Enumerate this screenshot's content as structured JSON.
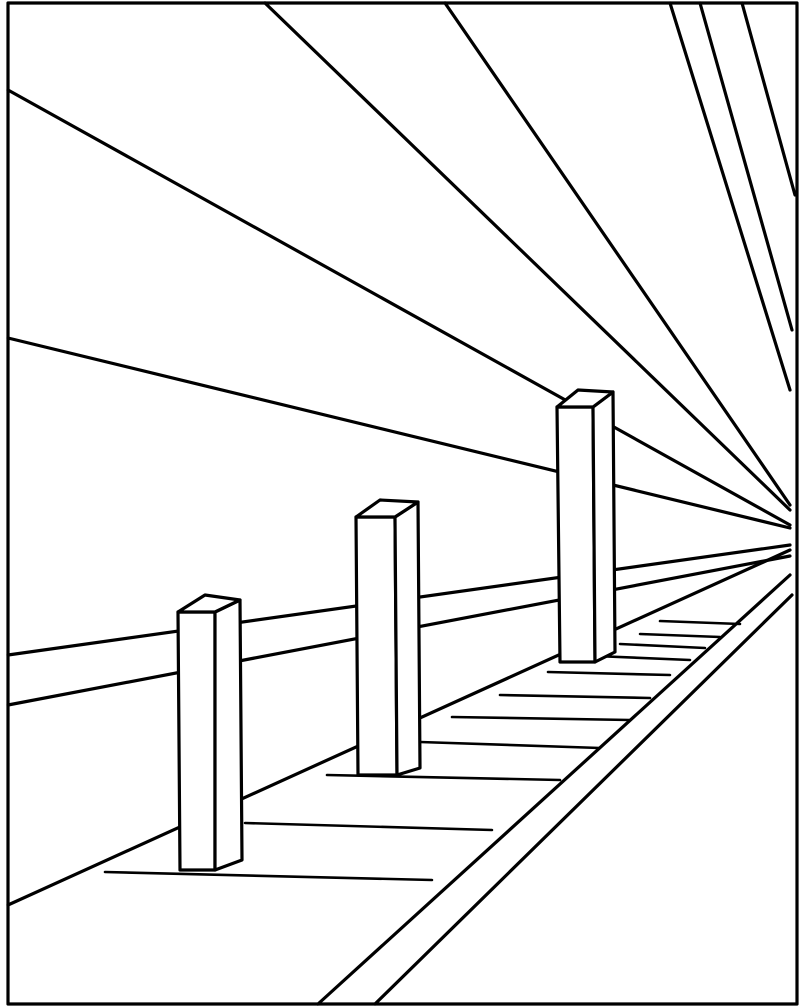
{
  "scene": {
    "subject": "perspective-illusion-line-drawing",
    "stroke_color": "#000000",
    "background_color": "#ffffff",
    "post_count": 3,
    "sleeper_count": 11
  }
}
